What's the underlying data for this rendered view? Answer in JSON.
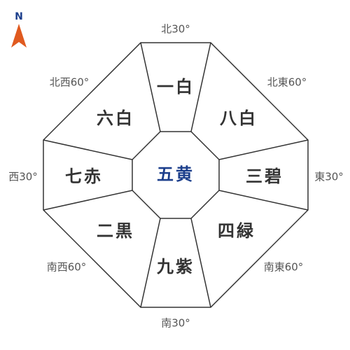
{
  "compass": {
    "letter": "N",
    "needle_color": "#e05a1f",
    "letter_color": "#1c3f8c"
  },
  "directions": {
    "north": "北30°",
    "northeast": "北東60°",
    "east": "東30°",
    "southeast": "南東60°",
    "south": "南30°",
    "southwest": "南西60°",
    "west": "西30°",
    "northwest": "北西60°"
  },
  "stars": {
    "north": "一白",
    "northeast": "八白",
    "east": "三碧",
    "southeast": "四緑",
    "south": "九紫",
    "southwest": "二黒",
    "west": "七赤",
    "northwest": "六白",
    "center": "五黄"
  },
  "colors": {
    "line": "#333333",
    "center_text": "#1c3f8c",
    "star_text": "#333333",
    "direction_text": "#555555"
  }
}
